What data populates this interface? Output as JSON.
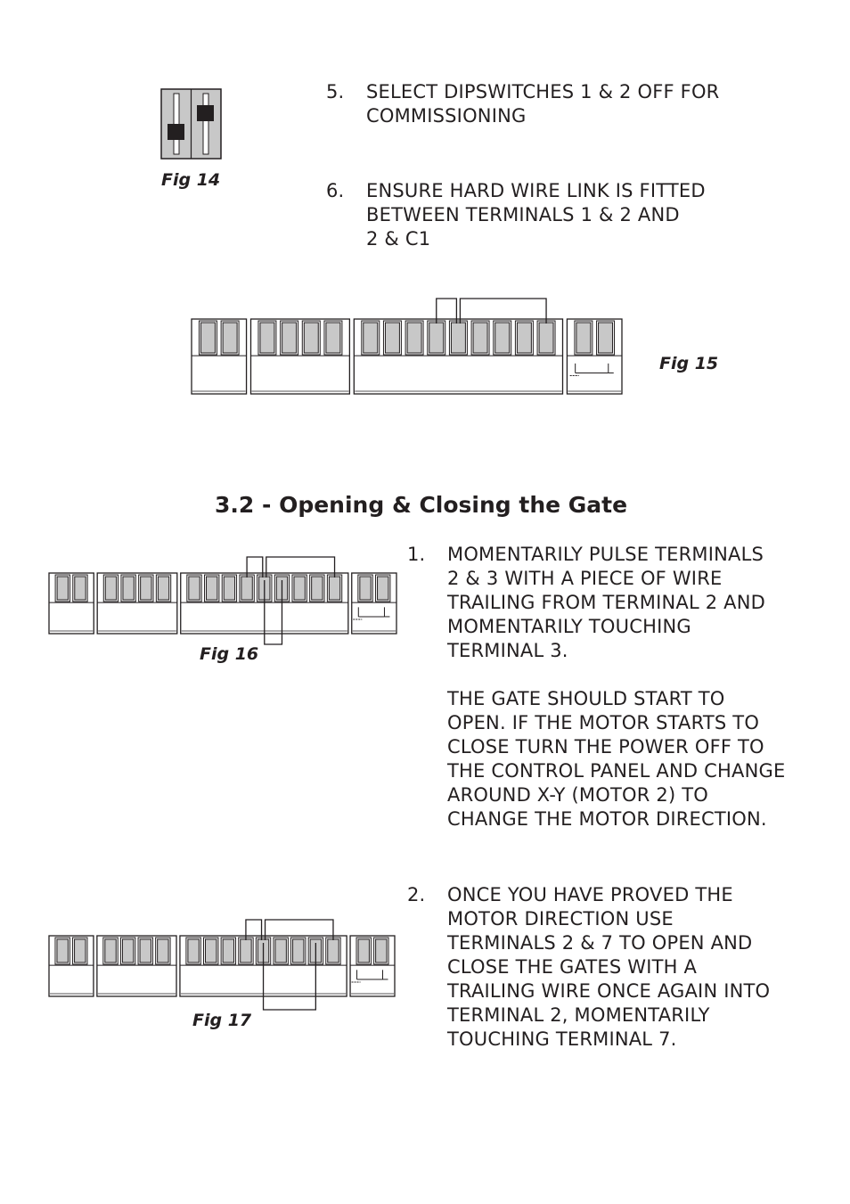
{
  "fig14": {
    "label": "Fig 14"
  },
  "fig15": {
    "label": "Fig 15"
  },
  "fig16": {
    "label": "Fig 16"
  },
  "fig17": {
    "label": "Fig 17"
  },
  "step5": {
    "number": "5.",
    "lines": [
      "SELECT DIPSWITCHES 1 & 2 OFF FOR",
      "COMMISSIONING"
    ]
  },
  "step6": {
    "number": "6.",
    "lines": [
      "ENSURE HARD WIRE LINK IS FITTED",
      "BETWEEN TERMINALS 1 & 2 AND",
      "2 & C1"
    ]
  },
  "section": {
    "heading": "3.2 - Opening & Closing the Gate"
  },
  "step1": {
    "number": "1.",
    "lines": [
      "MOMENTARILY PULSE TERMINALS",
      "2 & 3 WITH A PIECE OF WIRE",
      "TRAILING FROM TERMINAL 2 AND",
      "MOMENTARILY TOUCHING",
      "TERMINAL 3."
    ],
    "note_lines": [
      "THE GATE SHOULD START TO",
      "OPEN. IF THE MOTOR STARTS TO",
      "CLOSE TURN THE POWER OFF TO",
      "THE CONTROL PANEL AND CHANGE",
      "AROUND X-Y (MOTOR 2) TO",
      "CHANGE THE MOTOR DIRECTION."
    ]
  },
  "step2": {
    "number": "2.",
    "lines": [
      "ONCE YOU HAVE PROVED THE",
      "MOTOR DIRECTION USE",
      "TERMINALS 2 & 7 TO OPEN AND",
      "CLOSE THE GATES WITH A",
      "TRAILING WIRE ONCE AGAIN INTO",
      "TERMINAL 2, MOMENTARILY",
      "TOUCHING TERMINAL 7."
    ]
  }
}
